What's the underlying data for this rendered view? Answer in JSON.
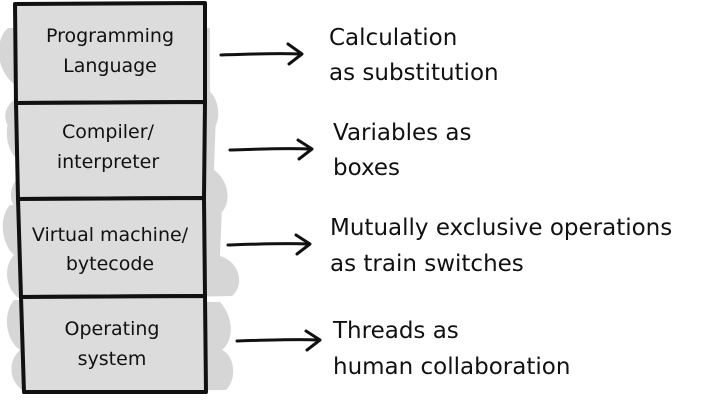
{
  "colors": {
    "ink": "#111111",
    "box_fill": "#dcdcdc",
    "smudge": "#d6d6d6",
    "background": "#ffffff"
  },
  "layers": [
    {
      "label_lines": [
        "Programming",
        "Language"
      ],
      "description_lines": [
        "Calculation",
        "as substitution"
      ]
    },
    {
      "label_lines": [
        "Compiler/",
        "interpreter"
      ],
      "description_lines": [
        "Variables as",
        "boxes"
      ]
    },
    {
      "label_lines": [
        "Virtual machine/",
        "bytecode"
      ],
      "description_lines": [
        "Mutually exclusive operations",
        "as train switches"
      ]
    },
    {
      "label_lines": [
        "Operating",
        "system"
      ],
      "description_lines": [
        "Threads as",
        "human collaboration"
      ]
    }
  ],
  "connector_icon": "arrow-right-icon"
}
